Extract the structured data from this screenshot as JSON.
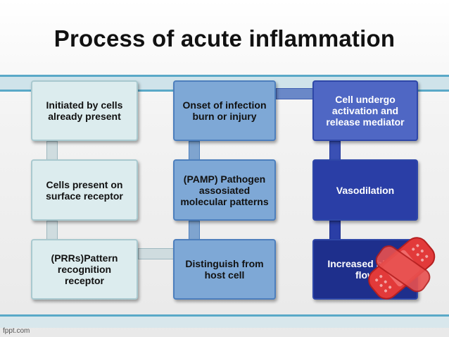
{
  "title": "Process of acute inflammation",
  "columns": [
    {
      "boxes": [
        {
          "text": "Initiated by cells already present"
        },
        {
          "text": "Cells present on surface receptor"
        },
        {
          "text": "(PRRs)Pattern recognition receptor"
        }
      ]
    },
    {
      "boxes": [
        {
          "text": "Onset of infection burn or injury"
        },
        {
          "text": "(PAMP) Pathogen assosiated molecular patterns"
        },
        {
          "text": "Distinguish from host cell"
        }
      ]
    },
    {
      "boxes": [
        {
          "text": "Cell undergo activation and release mediator"
        },
        {
          "text": "Vasodilation"
        },
        {
          "text": "Increased blood flow"
        }
      ]
    }
  ],
  "footer": "fppt.com",
  "colors": {
    "col1_fill": "#dcecee",
    "col2_fill": "#7ea8d6",
    "col3_fill": "#4f67c4",
    "band": "#5aa9c8"
  }
}
